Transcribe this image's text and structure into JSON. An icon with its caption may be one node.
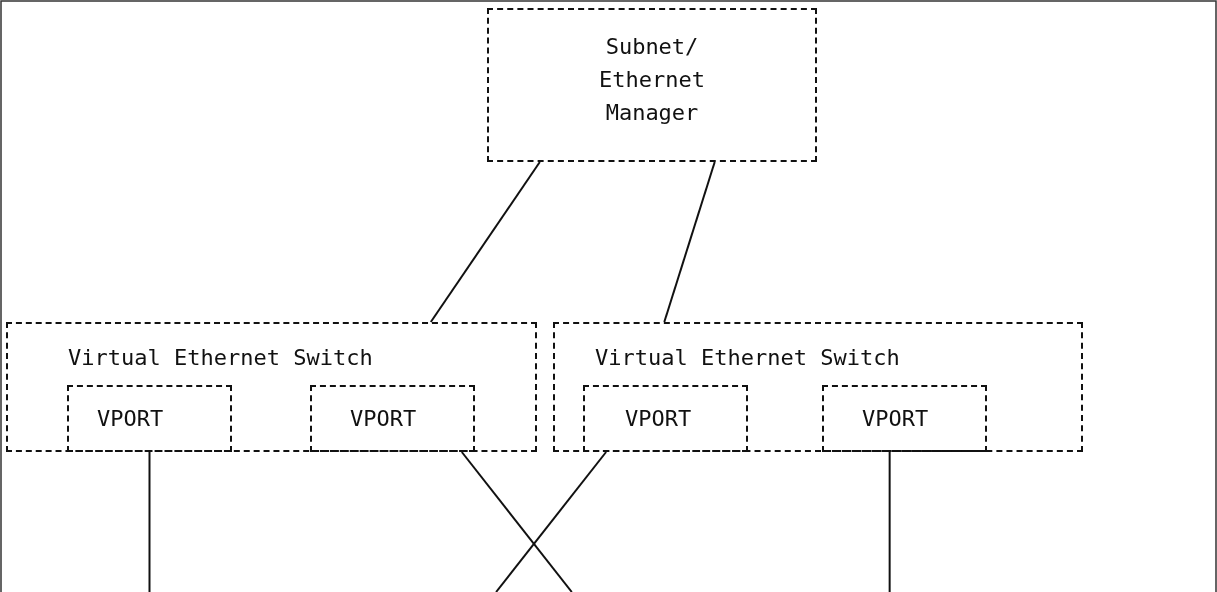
{
  "diagram": {
    "nodes": [
      {
        "text": [
          "Subnet/ Ethernet Manager"
        ]
      },
      {
        "text": [
          "Virtual Ethernet Switch"
        ]
      },
      {
        "text": [
          "VPORT"
        ],
        "in": 1
      },
      {
        "text": [
          "VPORT"
        ],
        "in": 1
      },
      {
        "text": [
          "Virtual Ethernet Switch"
        ]
      },
      {
        "text": [
          "VPORT"
        ],
        "in": 4
      },
      {
        "text": [
          "VPORT"
        ],
        "in": 4
      }
    ],
    "edges": [
      {
        "from": 0,
        "to": 1,
        "arrow": "none"
      },
      {
        "from": 0,
        "to": 4,
        "arrow": "none"
      },
      {
        "from": 2,
        "to": null,
        "arrow": "none"
      },
      {
        "from": 3,
        "to": null,
        "arrow": "none"
      },
      {
        "from": 5,
        "to": null,
        "arrow": "none"
      },
      {
        "from": 6,
        "to": null,
        "arrow": "none"
      }
    ]
  }
}
